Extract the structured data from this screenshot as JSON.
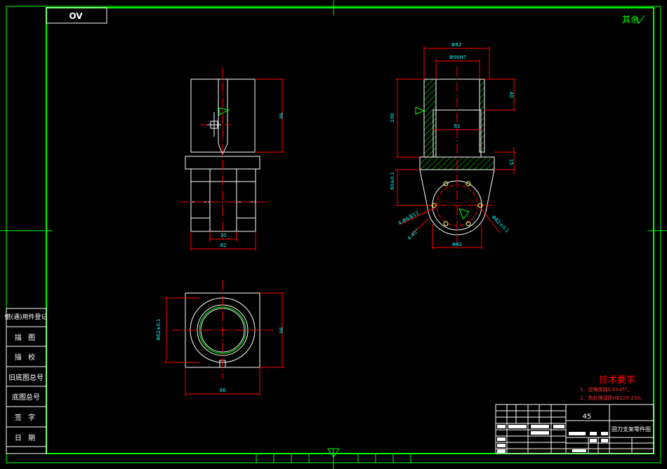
{
  "tag_box": {
    "text": "OV"
  },
  "corner_note": "其余",
  "side_labels": [
    "借(通)用件登记",
    "描 图",
    "描 校",
    "旧底图总号",
    "底图总号",
    "签 字",
    "日 期"
  ],
  "tech": {
    "title": "技术要求",
    "items": [
      "1、锐角倒钝0.5X45°。",
      "2、热处理调质HB220-250。"
    ]
  },
  "title_block": {
    "material": "45",
    "name": "固刀支架零件图"
  },
  "dims": {
    "side_height": "96",
    "slot_width": "30",
    "side_width": "82",
    "front_top": "Φ82",
    "front_bore": "Φ56H7",
    "front_right_top": "40",
    "front_height": "100",
    "front_inner": "62",
    "front_flange": "15",
    "front_lower": "60±0.1",
    "front_bottom": "Φ62",
    "holes_left": "4-Φ6深12",
    "holes_right": "Φ82±0.1",
    "holes_angle": "4-45°",
    "plan_dia": "Φ62±0.1",
    "plan_height": "96",
    "plan_width": "96"
  },
  "colors": {
    "border": "#00ff00",
    "geometry": "#ffffff",
    "dimension": "#ff0000",
    "dim_text": "#00ffff",
    "centerline": "#ff0000",
    "hatch": "#00ff00",
    "tech_title": "#ff0000",
    "tech_items": "#ff3030",
    "surface_mark": "#00ff00"
  }
}
